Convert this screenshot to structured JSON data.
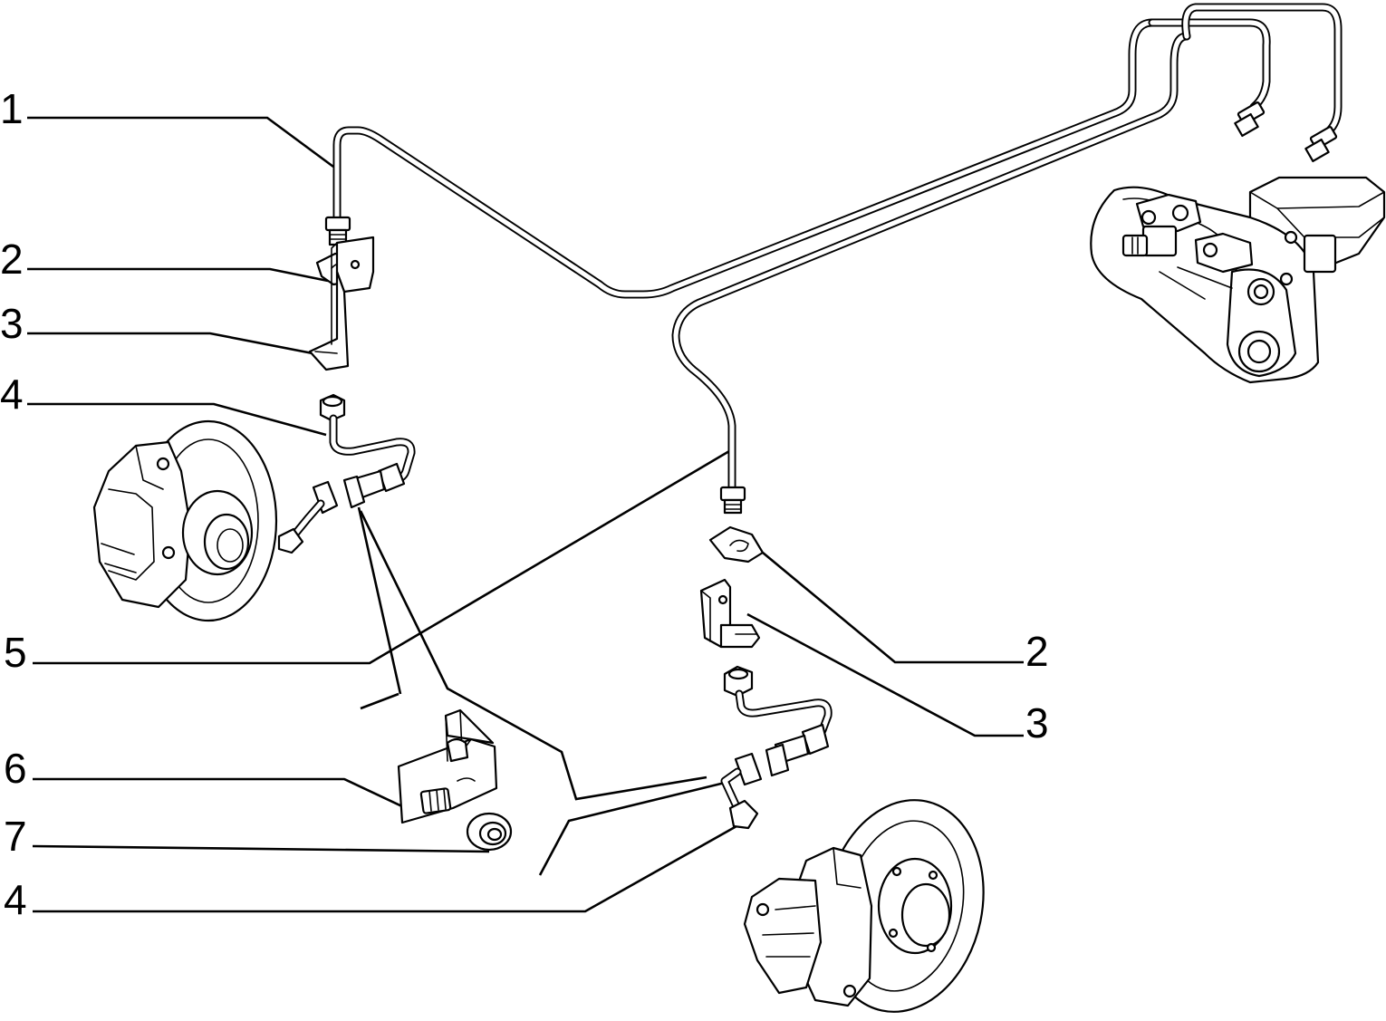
{
  "callouts": [
    {
      "id": "left-1",
      "number": "1"
    },
    {
      "id": "left-2",
      "number": "2"
    },
    {
      "id": "left-3",
      "number": "3"
    },
    {
      "id": "left-4",
      "number": "4"
    },
    {
      "id": "left-5",
      "number": "5"
    },
    {
      "id": "left-6",
      "number": "6"
    },
    {
      "id": "left-7",
      "number": "7"
    },
    {
      "id": "left-4b",
      "number": "4"
    },
    {
      "id": "right-2",
      "number": "2"
    },
    {
      "id": "right-3",
      "number": "3"
    }
  ],
  "colors": {
    "line": "#000000",
    "background": "#ffffff"
  }
}
